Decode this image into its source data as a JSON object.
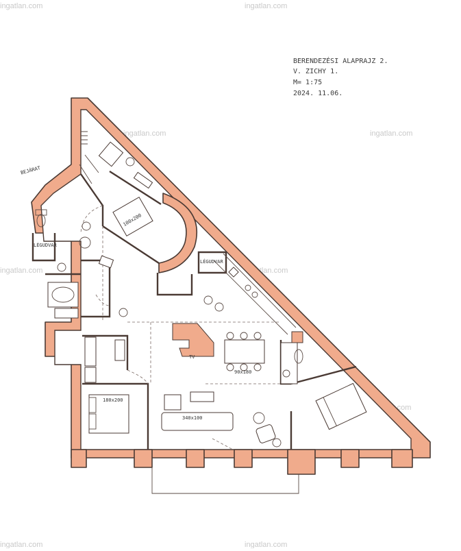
{
  "title_block": {
    "line1": "BERENDEZÉSI ALAPRAJZ 2.",
    "line2": "V. ZICHY 1.",
    "line3": "M= 1:75",
    "line4": "2024. 11.06."
  },
  "labels": {
    "entrance": "BEJÁRAT",
    "light_shaft_1": "LÉGUDVAR",
    "light_shaft_2": "LÉGUDVAR",
    "bed_top": "100x200",
    "bed_left": "180x200",
    "sofa": "340x100",
    "dining": "90x180",
    "tv": "TV"
  },
  "watermark": "ingatlan.com",
  "colors": {
    "wall": "#f0ab8c",
    "ink": "#4a3a34"
  }
}
